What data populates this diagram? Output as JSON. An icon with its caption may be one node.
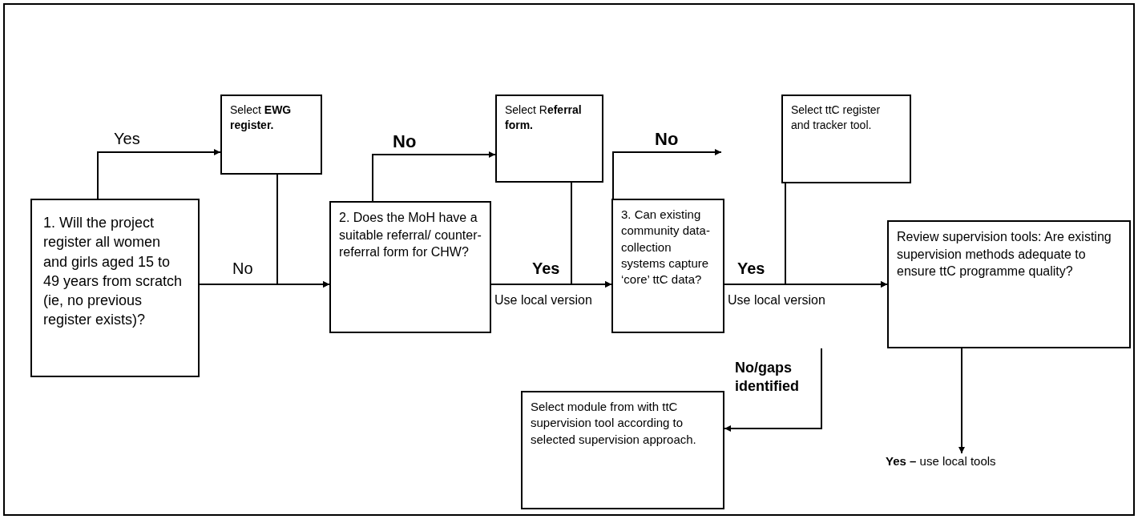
{
  "diagram": {
    "nodes": [
      {
        "text": [
          "1. Will the project register all women and girls aged 15 to 49 years from scratch (ie, no previous register exists)?"
        ]
      },
      {
        "text": [
          "Select **EWG register.**"
        ]
      },
      {
        "text": [
          "2. Does the MoH have a suitable referral/ counter-referral form for CHW?"
        ]
      },
      {
        "text": [
          "Select R**eferral form.**"
        ]
      },
      {
        "text": [
          "3. Can existing community data-collection systems capture ‘core’ ttC data?"
        ]
      },
      {
        "text": [
          "Select ttC register and tracker tool."
        ]
      },
      {
        "text": [
          "Review supervision tools: Are existing supervision methods adequate to ensure ttC programme quality?"
        ]
      },
      {
        "text": [
          "Select module from with ttC supervision tool according to selected supervision approach."
        ]
      },
      {
        "text": [
          "**Yes –** use local tools"
        ]
      }
    ],
    "edges": [
      {
        "from": 0,
        "to": 1,
        "arrow": "to",
        "label": "Yes"
      },
      {
        "from": 0,
        "to": 2,
        "arrow": "to",
        "label": "No"
      },
      {
        "from": 1,
        "to": 2,
        "arrow": "to"
      },
      {
        "from": 2,
        "to": 3,
        "arrow": "to",
        "label": "No"
      },
      {
        "from": 2,
        "to": 4,
        "arrow": "to",
        "label": "Yes"
      },
      {
        "from": 3,
        "to": 4,
        "arrow": "to"
      },
      {
        "from": 4,
        "to": null,
        "arrow": "to",
        "label": "No"
      },
      {
        "from": 4,
        "to": 6,
        "arrow": "to",
        "label": "Yes"
      },
      {
        "from": 5,
        "to": 6,
        "arrow": "to"
      },
      {
        "from": 6,
        "to": 7,
        "arrow": "to",
        "label": "No/gaps identified"
      },
      {
        "from": 6,
        "to": 8,
        "arrow": "to"
      }
    ],
    "labels": [
      "Use local version",
      "Use local version"
    ]
  }
}
